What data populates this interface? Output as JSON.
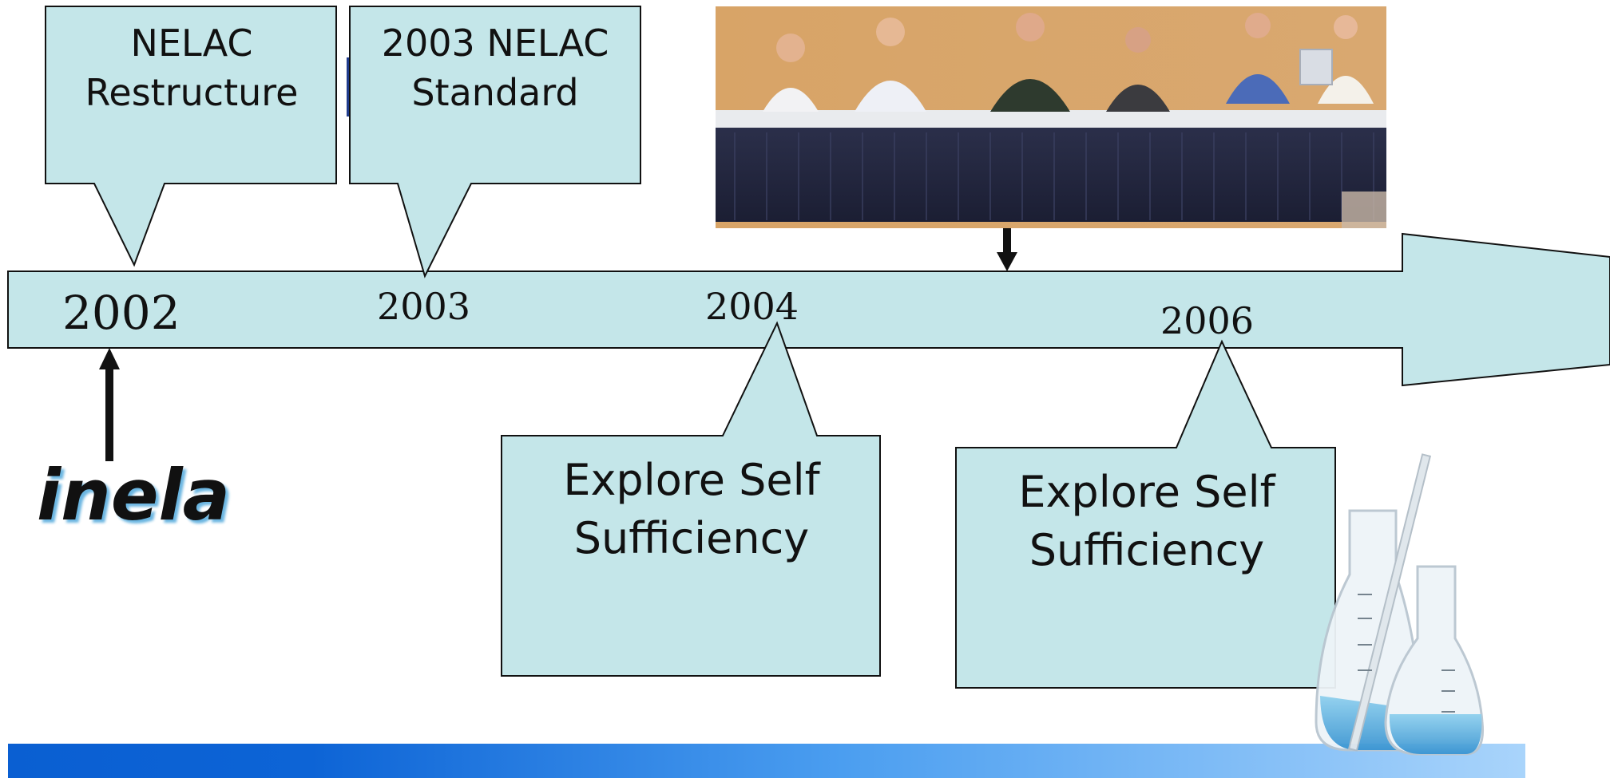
{
  "timeline": {
    "years": [
      {
        "label": "2002"
      },
      {
        "label": "2003"
      },
      {
        "label": "2004"
      },
      {
        "label": "2006"
      }
    ]
  },
  "callouts": {
    "nelac_restructure": {
      "line1": "NELAC",
      "line2": "Restructure"
    },
    "nelac_standard": {
      "line1": "2003 NELAC",
      "line2": "Standard"
    },
    "explore_2004": {
      "line1": "Explore Self",
      "line2": "Sufficiency"
    },
    "explore_2006": {
      "line1": "Explore Self",
      "line2": "Sufficiency"
    }
  },
  "logo": {
    "text": "inela"
  },
  "colors": {
    "callout_fill": "#c4e6e9",
    "outline": "#111111",
    "footer_left": "#0a5fd2",
    "footer_right": "#a9d4fb",
    "liquid": "#4aa9e0"
  },
  "images": {
    "meeting_photo": "meeting-photo",
    "lab_flasks": "lab-flasks"
  }
}
